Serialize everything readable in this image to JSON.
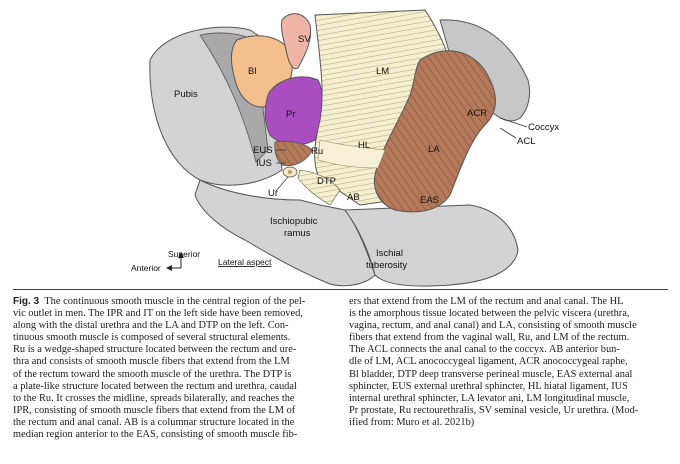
{
  "figure": {
    "labels": {
      "sv": "SV",
      "bl": "Bl",
      "pubis": "Pubis",
      "pr": "Pr",
      "lm": "LM",
      "acr": "ACR",
      "coccyx": "Coccyx",
      "acl": "ACL",
      "eus": "EUS",
      "ru": "Ru",
      "ius": "IUS",
      "hl": "HL",
      "la": "LA",
      "dtp": "DTP",
      "ur": "Ur",
      "ab": "AB",
      "eas": "EAS",
      "ischiopubic_1": "Ischiopubic",
      "ischiopubic_2": "ramus",
      "ischial_1": "Ischial",
      "ischial_2": "tuberosity",
      "superior": "Superior",
      "anterior": "Anterior",
      "aspect": "Lateral aspect"
    },
    "colors": {
      "bone": "#d4d4d4",
      "bone_dark": "#a9a9a9",
      "bladder": "#f3c08d",
      "prostate": "#a94ec1",
      "seminal_vesicle": "#f0b3a8",
      "rectum_muscle": "#b3795a",
      "smooth_muscle": "#f1ecc9"
    }
  },
  "caption": {
    "fig_label": "Fig. 3",
    "col1": [
      "The continuous smooth muscle in the central region of the pel-",
      "vic outlet in men. The IPR and IT on the left side have been removed,",
      "along with the distal urethra and the LA and DTP on the left. Con-",
      "tinuous smooth muscle is composed of several structural elements.",
      "Ru is a wedge-shaped structure located between the rectum and ure-",
      "thra and consists of smooth muscle fibers that extend from the LM",
      "of the rectum toward the smooth muscle of the urethra. The DTP is",
      "a plate-like structure located between the rectum and urethra, caudal",
      "to the Ru. It crosses the midline, spreads bilaterally, and reaches the",
      "IPR, consisting of smooth muscle fibers that extend from the LM of",
      "the rectum and anal canal. AB is a columnar structure located in the",
      "median region anterior to the EAS, consisting of smooth muscle fib-"
    ],
    "col2": [
      "ers that extend from the LM of the rectum and anal canal. The HL",
      "is the amorphous tissue located between the pelvic viscera (urethra,",
      "vagina, rectum, and anal canal) and LA, consisting of smooth muscle",
      "fibers that extend from the vaginal wall, Ru, and LM of the rectum.",
      "The ACL connects the anal canal to the coccyx. AB anterior bun-",
      "dle of LM, ACL anococcygeal ligament, ACR anococcygeal raphe,",
      "Bl bladder, DTP deep transverse perineal muscle, EAS external anal",
      "sphincter, EUS external urethral sphincter, HL hiatal ligament, IUS",
      "internal urethral sphincter, LA levator ani, LM longitudinal muscle,",
      "Pr prostate, Ru rectourethralis, SV seminal vesicle, Ur urethra.  (Mod-",
      "ified from: Muro et al. 2021b)"
    ]
  }
}
